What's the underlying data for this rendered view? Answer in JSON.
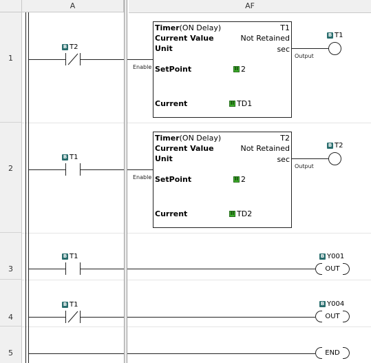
{
  "header": {
    "col_a": "A",
    "col_af": "AF"
  },
  "rungs": [
    "1",
    "2",
    "3",
    "4",
    "5"
  ],
  "rung1": {
    "contact": "T2",
    "enable_label": "Enable",
    "timer": {
      "title_bold": "Timer",
      "title_rest": "(ON Delay)",
      "id": "T1",
      "current_value_label": "Current Value",
      "current_value": "Not Retained",
      "unit_label": "Unit",
      "unit": "sec",
      "setpoint_label": "SetPoint",
      "setpoint": "2",
      "current_label": "Current",
      "current": "TD1"
    },
    "output_label": "Output",
    "coil": "T1"
  },
  "rung2": {
    "contact": "T1",
    "enable_label": "Enable",
    "timer": {
      "title_bold": "Timer",
      "title_rest": "(ON Delay)",
      "id": "T2",
      "current_value_label": "Current Value",
      "current_value": "Not Retained",
      "unit_label": "Unit",
      "unit": "sec",
      "setpoint_label": "SetPoint",
      "setpoint": "2",
      "current_label": "Current",
      "current": "TD2"
    },
    "output_label": "Output",
    "coil": "T2"
  },
  "rung3": {
    "contact": "T1",
    "coil": "Y001",
    "coil_text": "OUT"
  },
  "rung4": {
    "contact": "T1",
    "coil": "Y004",
    "coil_text": "OUT"
  },
  "rung5": {
    "coil_text": "END"
  },
  "icons": {
    "bit": "B",
    "word": "II"
  }
}
